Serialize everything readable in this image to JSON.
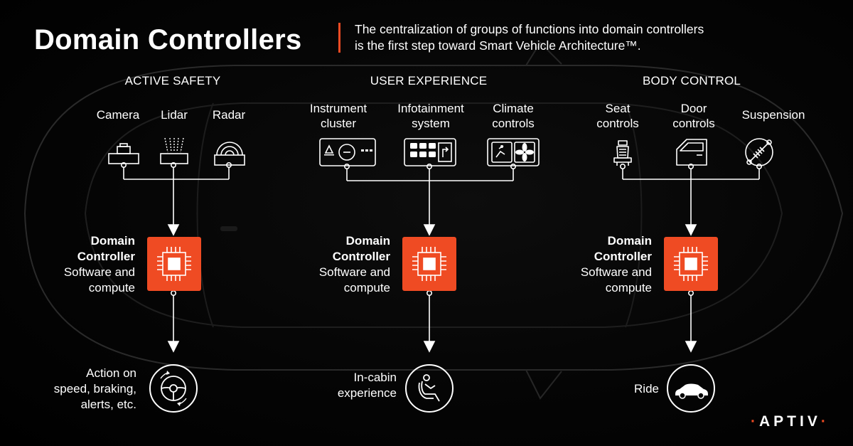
{
  "header": {
    "title": "Domain Controllers",
    "subtitle_line1": "The centralization of groups of functions into domain controllers",
    "subtitle_line2": "is the first step toward Smart Vehicle Architecture™."
  },
  "colors": {
    "accent": "#ef4b23",
    "background": "#000000",
    "text": "#ffffff"
  },
  "domains": [
    {
      "section": "ACTIVE SAFETY",
      "inputs": [
        {
          "label": "Camera",
          "icon": "camera-icon"
        },
        {
          "label": "Lidar",
          "icon": "lidar-icon"
        },
        {
          "label": "Radar",
          "icon": "radar-icon"
        }
      ],
      "controller": {
        "title_line1": "Domain",
        "title_line2": "Controller",
        "desc_line1": "Software and",
        "desc_line2": "compute"
      },
      "output": {
        "line1": "Action on",
        "line2": "speed, braking,",
        "line3": "alerts, etc.",
        "icon": "steering-wheel-icon"
      }
    },
    {
      "section": "USER EXPERIENCE",
      "inputs": [
        {
          "line1": "Instrument",
          "line2": "cluster",
          "icon": "instrument-cluster-icon"
        },
        {
          "line1": "Infotainment",
          "line2": "system",
          "icon": "infotainment-icon"
        },
        {
          "line1": "Climate",
          "line2": "controls",
          "icon": "climate-controls-icon"
        }
      ],
      "controller": {
        "title_line1": "Domain",
        "title_line2": "Controller",
        "desc_line1": "Software and",
        "desc_line2": "compute"
      },
      "output": {
        "line1": "In-cabin",
        "line2": "experience",
        "icon": "passenger-seat-icon"
      }
    },
    {
      "section": "BODY CONTROL",
      "inputs": [
        {
          "line1": "Seat",
          "line2": "controls",
          "icon": "seat-icon"
        },
        {
          "line1": "Door",
          "line2": "controls",
          "icon": "door-icon"
        },
        {
          "label": "Suspension",
          "icon": "suspension-icon"
        }
      ],
      "controller": {
        "title_line1": "Domain",
        "title_line2": "Controller",
        "desc_line1": "Software and",
        "desc_line2": "compute"
      },
      "output": {
        "line1": "Ride",
        "icon": "car-icon"
      }
    }
  ],
  "brand": {
    "logo": "APTIV"
  }
}
